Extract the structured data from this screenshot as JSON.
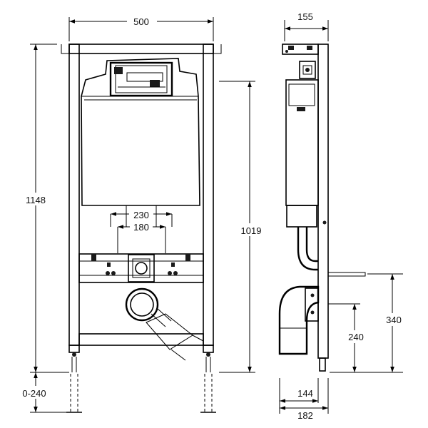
{
  "dimensions": {
    "frame_width": "500",
    "frame_height": "1148",
    "cistern_height": "1019",
    "foot_adjust": "0-240",
    "flush_width_outer": "230",
    "flush_width_inner": "180",
    "side_depth": "155",
    "side_depth_min": "144",
    "side_depth_max": "182",
    "drain_height": "240",
    "supply_height": "340"
  },
  "icons": {
    "arrowhead": "filled-arrowhead"
  }
}
